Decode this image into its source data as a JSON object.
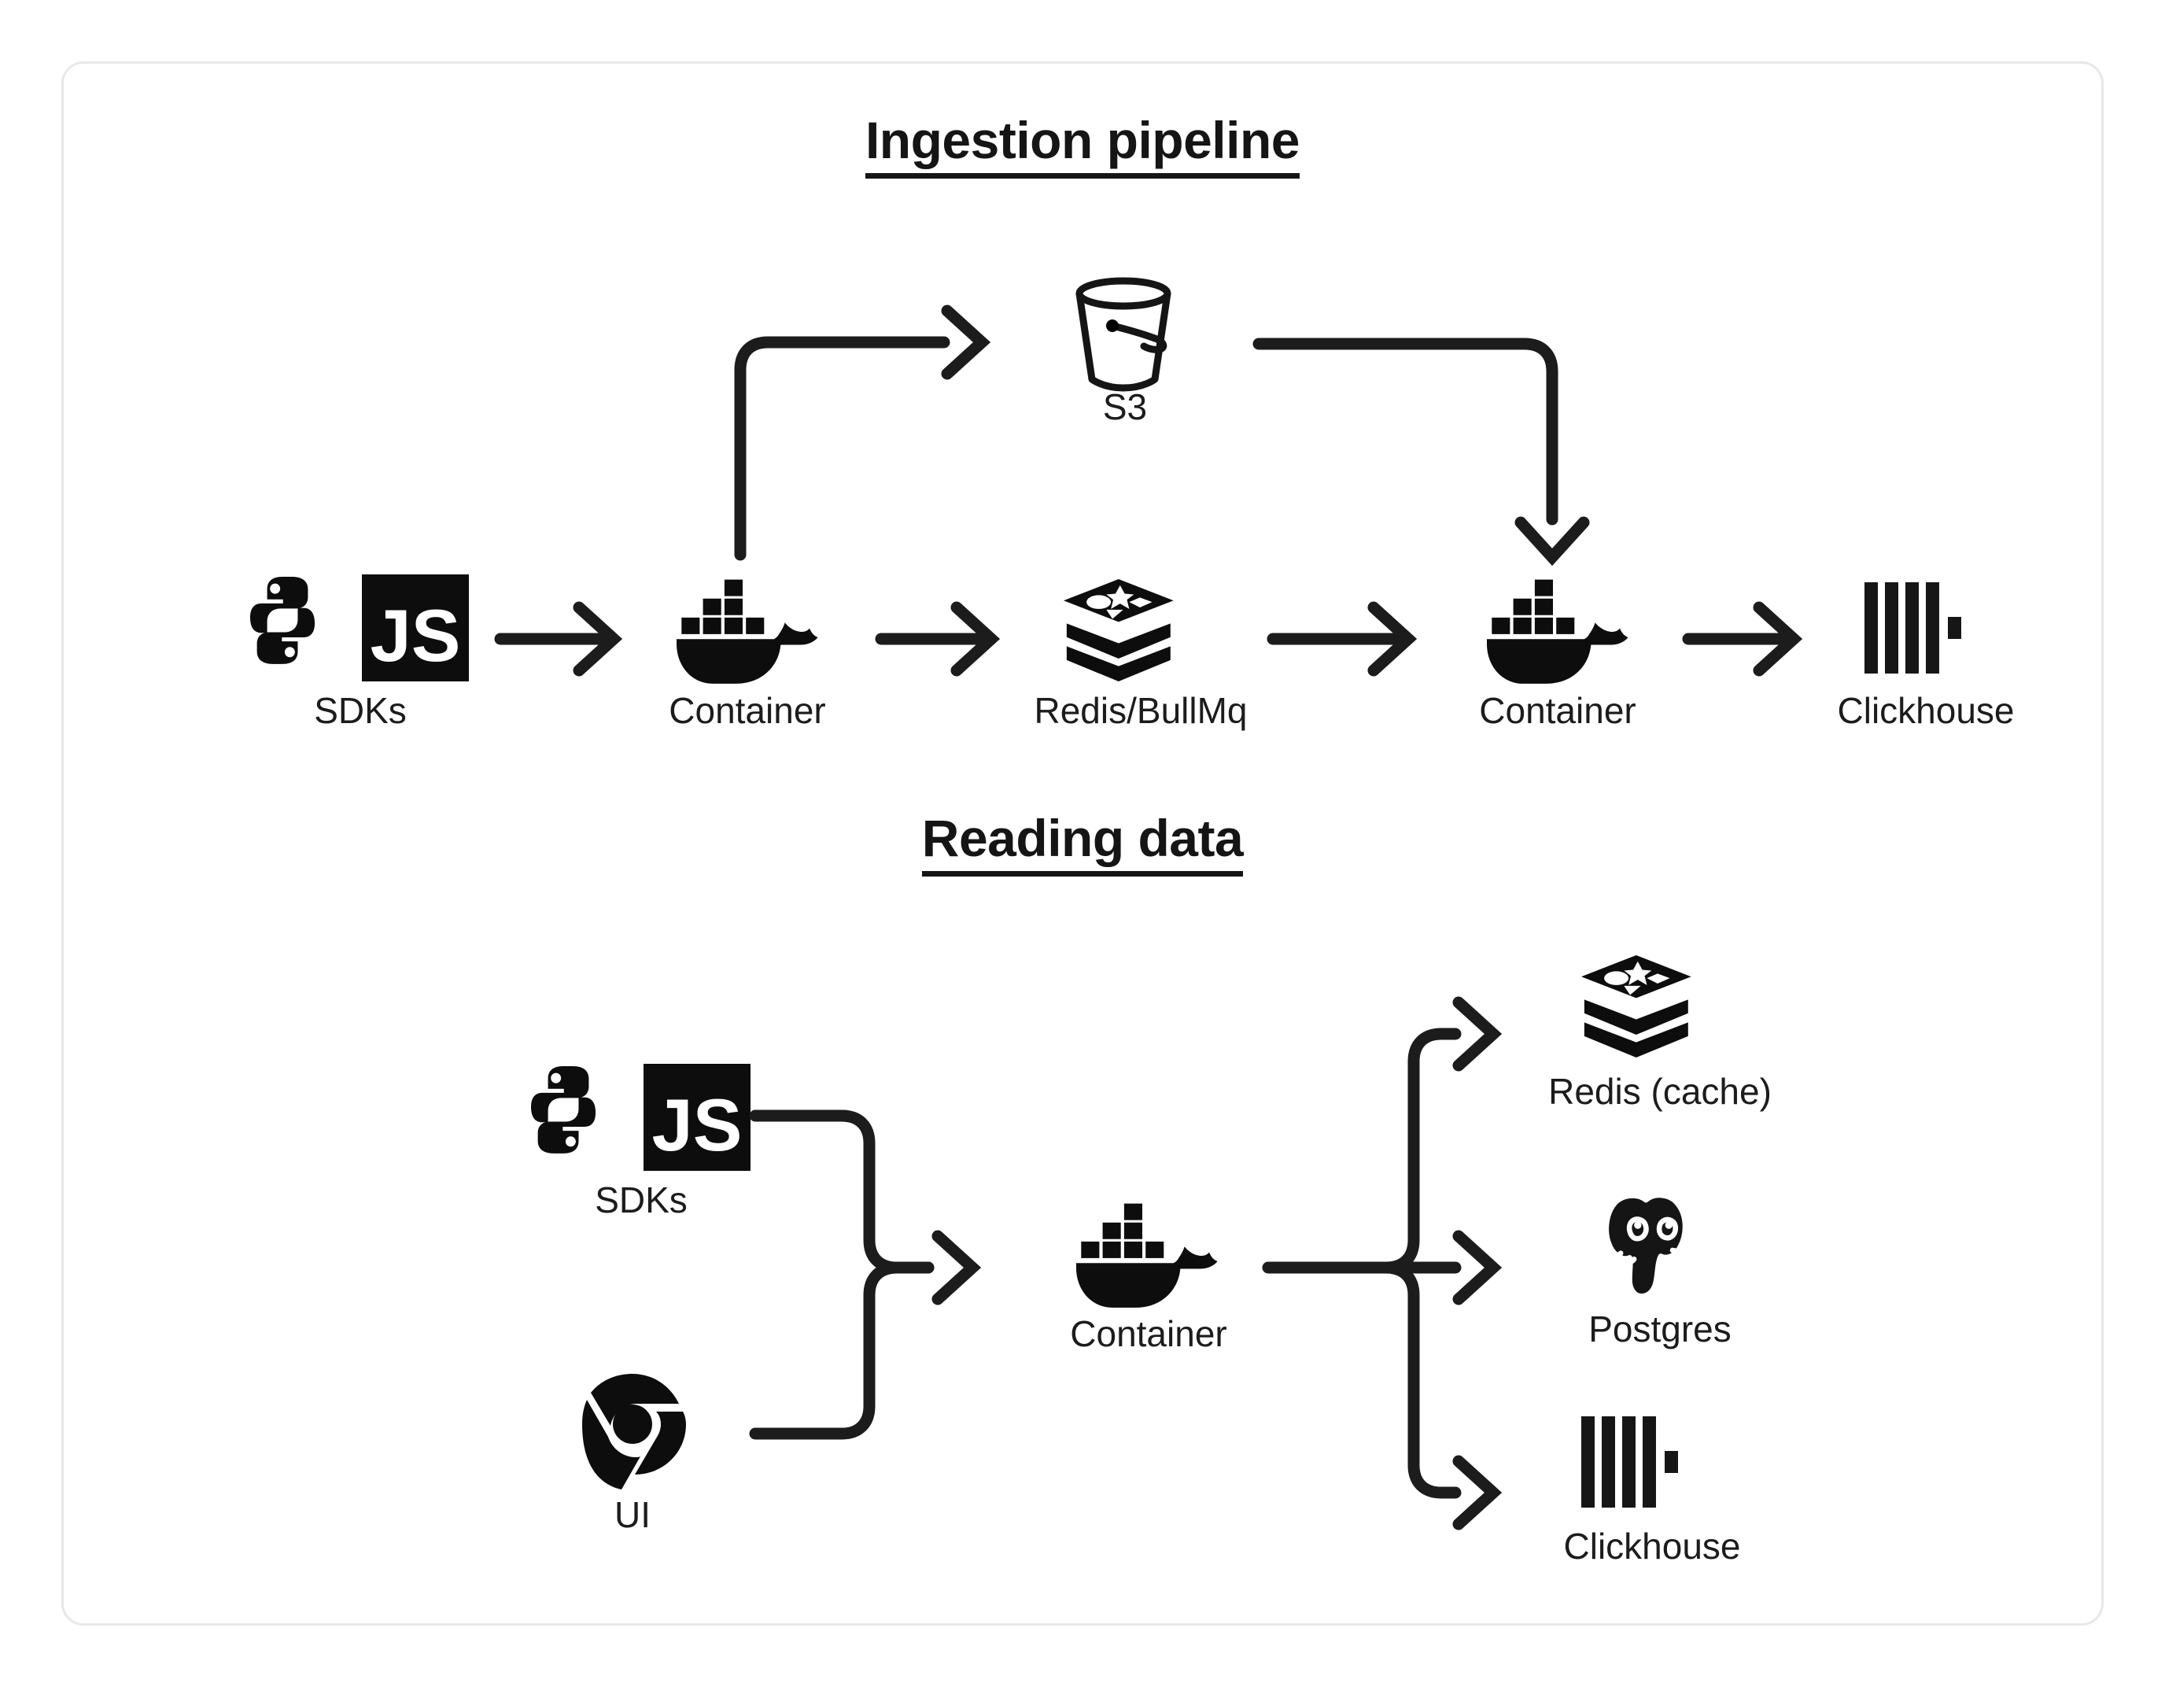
{
  "page": {
    "background": "#ffffff",
    "card_border_color": "#e8e8e8",
    "ink_color": "#151515"
  },
  "sections": [
    {
      "id": "ingestion",
      "title": "Ingestion pipeline",
      "nodes": [
        {
          "id": "sdks-ingest",
          "label": "SDKs",
          "icon": "python-js-sdk-icon"
        },
        {
          "id": "container-ingest",
          "label": "Container",
          "icon": "docker-whale-icon"
        },
        {
          "id": "s3",
          "label": "S3",
          "icon": "s3-bucket-icon"
        },
        {
          "id": "redis-bullmq",
          "label": "Redis/BullMq",
          "icon": "redis-stack-icon"
        },
        {
          "id": "container-worker",
          "label": "Container",
          "icon": "docker-whale-icon"
        },
        {
          "id": "clickhouse-ingest",
          "label": "Clickhouse",
          "icon": "clickhouse-bars-icon"
        }
      ],
      "edges": [
        {
          "from": "sdks-ingest",
          "to": "container-ingest",
          "style": "straight-arrow"
        },
        {
          "from": "container-ingest",
          "to": "s3",
          "style": "elbow-up-right-arrow"
        },
        {
          "from": "container-ingest",
          "to": "redis-bullmq",
          "style": "straight-arrow"
        },
        {
          "from": "s3",
          "to": "container-worker",
          "style": "elbow-right-down-arrow"
        },
        {
          "from": "redis-bullmq",
          "to": "container-worker",
          "style": "straight-arrow"
        },
        {
          "from": "container-worker",
          "to": "clickhouse-ingest",
          "style": "straight-arrow"
        }
      ]
    },
    {
      "id": "reading",
      "title": "Reading data",
      "nodes": [
        {
          "id": "sdks-read",
          "label": "SDKs",
          "icon": "python-js-sdk-icon"
        },
        {
          "id": "ui",
          "label": "UI",
          "icon": "chrome-browser-icon"
        },
        {
          "id": "container-read",
          "label": "Container",
          "icon": "docker-whale-icon"
        },
        {
          "id": "redis-cache",
          "label": "Redis (cache)",
          "icon": "redis-stack-icon"
        },
        {
          "id": "postgres",
          "label": "Postgres",
          "icon": "postgres-elephant-icon"
        },
        {
          "id": "clickhouse-read",
          "label": "Clickhouse",
          "icon": "clickhouse-bars-icon"
        }
      ],
      "edges": [
        {
          "from": "sdks-read",
          "to": "container-read",
          "style": "merge-arrow"
        },
        {
          "from": "ui",
          "to": "container-read",
          "style": "merge-arrow"
        },
        {
          "from": "container-read",
          "to": "redis-cache",
          "style": "fanout-up-arrow"
        },
        {
          "from": "container-read",
          "to": "postgres",
          "style": "fanout-straight-arrow"
        },
        {
          "from": "container-read",
          "to": "clickhouse-read",
          "style": "fanout-down-arrow"
        }
      ]
    }
  ]
}
